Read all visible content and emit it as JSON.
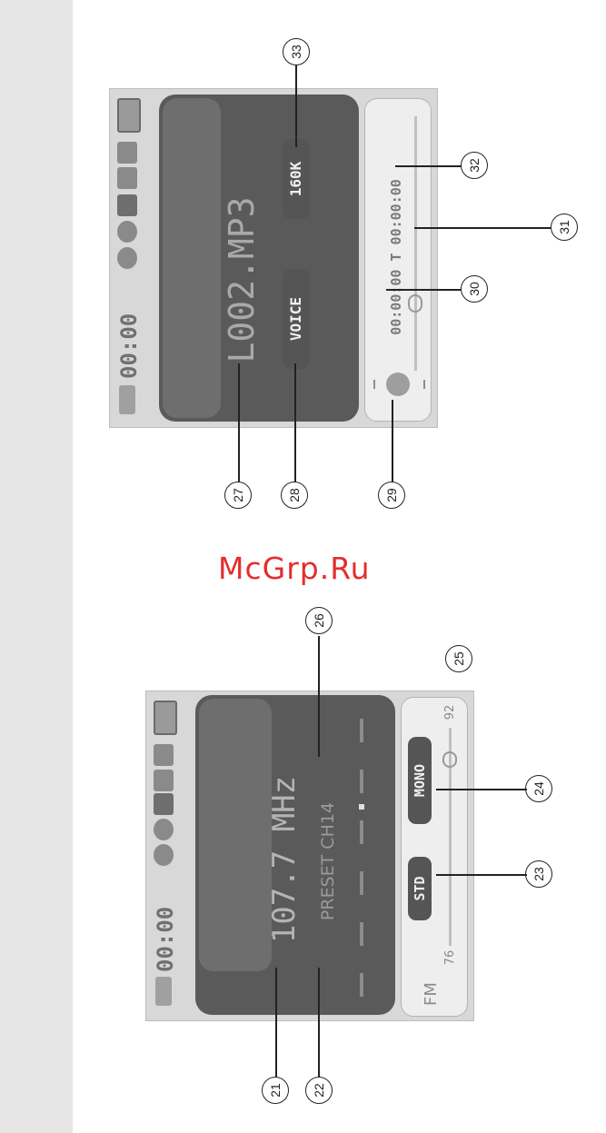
{
  "watermark": "McGrp.Ru",
  "top_screen": {
    "status_time": "00:00",
    "filename": "L002.MP3",
    "voice_badge": "VOICE",
    "bitrate_badge": "160K",
    "time_readout": "00:00:00 T 00:00:00",
    "callouts": {
      "c27": "27",
      "c28": "28",
      "c29": "29",
      "c30": "30",
      "c31": "31",
      "c32": "32",
      "c33": "33"
    }
  },
  "bottom_screen": {
    "status_time": "00:00",
    "frequency": "107.7 MHz",
    "preset": "PRESET CH14",
    "std_badge": "STD",
    "mono_badge": "MONO",
    "band": "FM",
    "scale_min": "76",
    "scale_max": "92",
    "callouts": {
      "c21": "21",
      "c22": "22",
      "c23": "23",
      "c24": "24",
      "c25": "25",
      "c26": "26"
    }
  },
  "colors": {
    "watermark": "#e52d2d",
    "panel": "#5a5a5a",
    "screen": "#d8d8d8"
  }
}
